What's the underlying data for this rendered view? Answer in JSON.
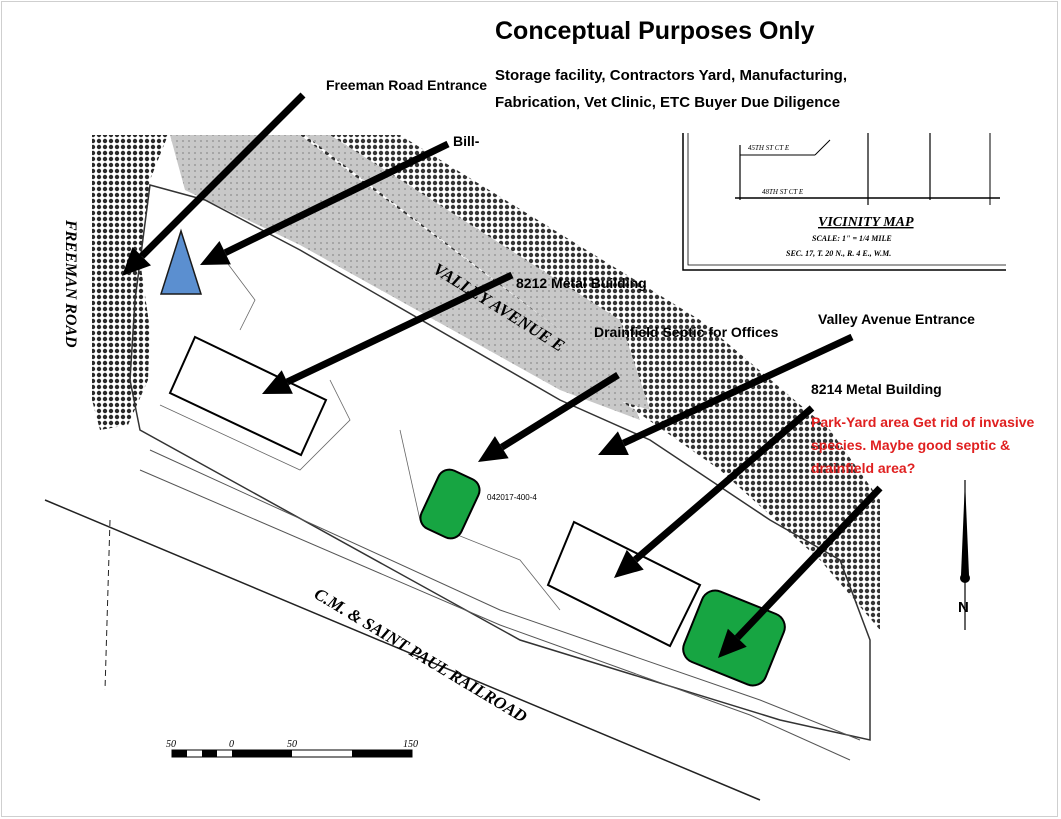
{
  "header": {
    "title": "Conceptual Purposes Only",
    "uses_line1": "Storage facility, Contractors Yard, Manufacturing,",
    "uses_line2": "Fabrication,  Vet Clinic, ETC    Buyer Due Diligence"
  },
  "annotations": {
    "freeman_entrance": "Freeman Road Entrance",
    "bill": "Bill-",
    "metal_8212": "8212 Metal Building",
    "drainfield": "Drainfield Septic for Offices",
    "valley_entrance": "Valley Avenue  Entrance",
    "metal_8214": "8214 Metal Building",
    "park_yard": "Park-Yard area Get rid of invasive species. Maybe good  septic & drainfield area?"
  },
  "plan_labels": {
    "freeman_road": "FREEMAN ROAD",
    "valley_avenue": "VALLEY AVENUE E",
    "railroad": "C.M. & SAINT PAUL RAILROAD",
    "parcel_number": "042017-400-4",
    "vicinity_title": "VICINITY MAP",
    "vicinity_scale": "SCALE: 1\" = 1/4 MILE",
    "vicinity_section": "SEC. 17, T. 20 N., R. 4 E., W.M.",
    "street_45": "45TH ST CT E",
    "street_48": "48TH ST CT E",
    "north": "N"
  },
  "scale_bar": {
    "ticks": [
      "50",
      "0",
      "50",
      "150"
    ]
  },
  "colors": {
    "pad_green": "#17a542",
    "triangle_blue": "#5b8fd0",
    "road_gray": "#c8c8c8",
    "annotation_red": "#e02020"
  }
}
